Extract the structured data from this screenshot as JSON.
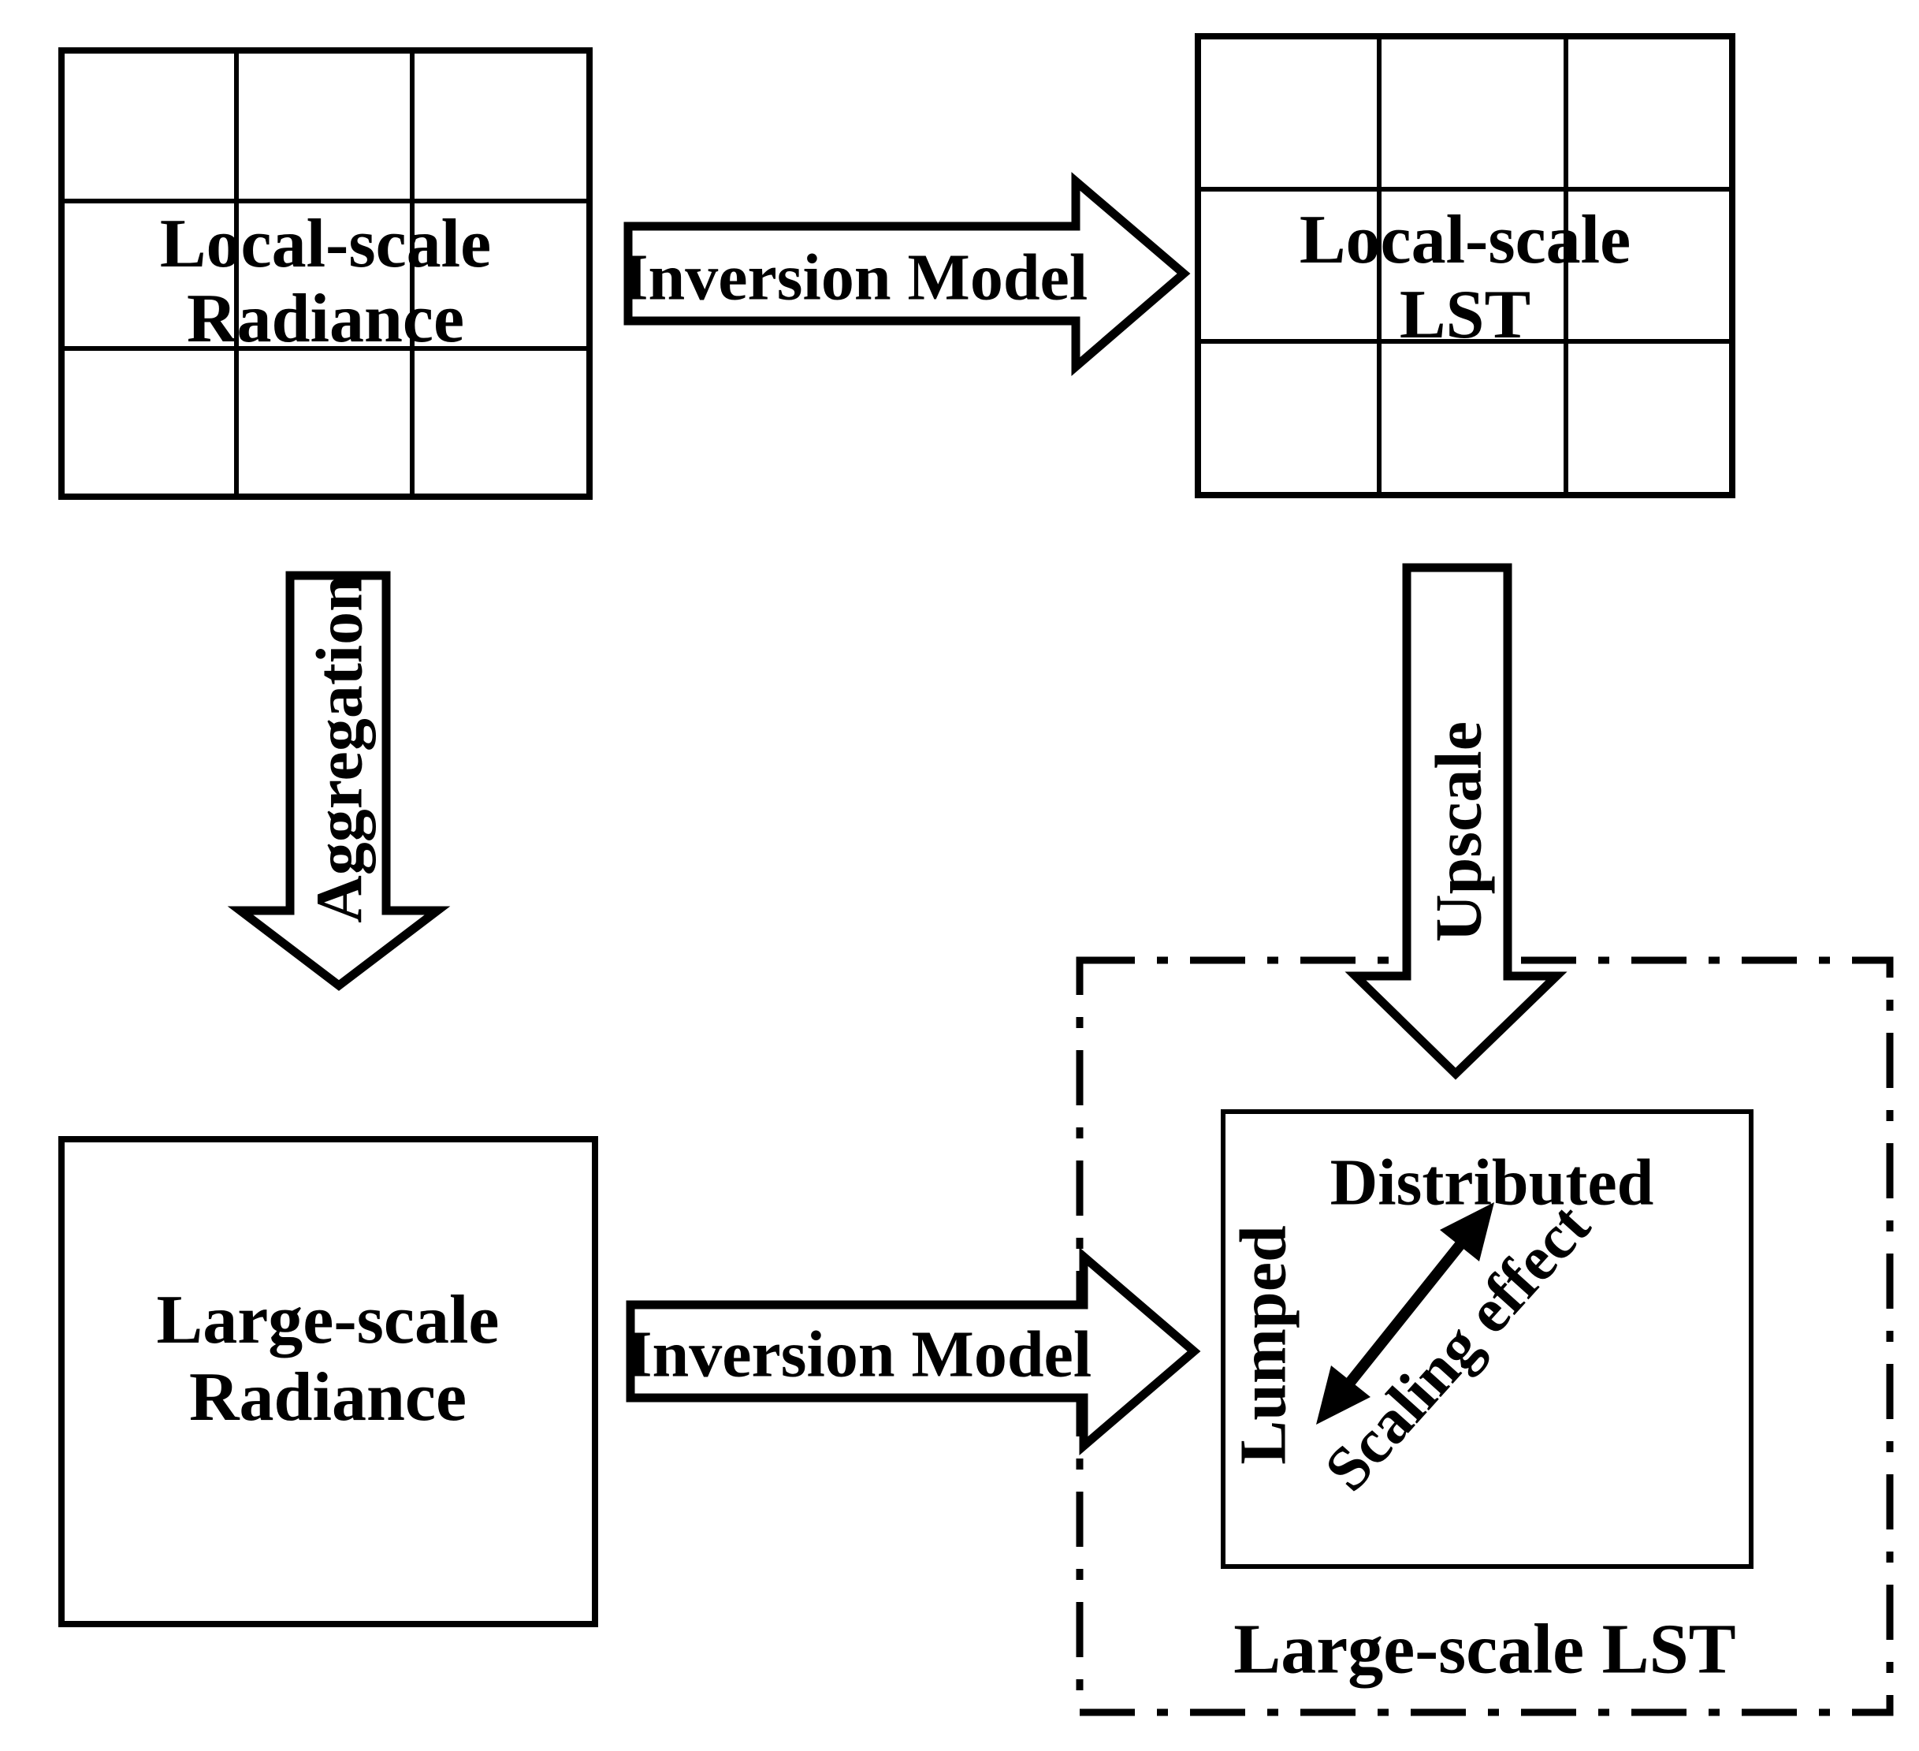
{
  "figure": {
    "type": "flow-diagram",
    "colors": {
      "ink": "#000000",
      "paper": "#ffffff"
    },
    "top_left_grid": {
      "label_line1": "Local-scale",
      "label_line2": "Radiance"
    },
    "top_right_grid": {
      "label_line1": "Local-scale",
      "label_line2": "LST"
    },
    "top_arrow": {
      "label": "Inversion Model",
      "direction": "right"
    },
    "bottom_arrow": {
      "label": "Inversion Model",
      "direction": "right"
    },
    "left_down_arrow": {
      "label": "Aggregation",
      "direction": "down"
    },
    "right_down_arrow": {
      "label": "Upscale",
      "direction": "down"
    },
    "bottom_left_box": {
      "label_line1": "Large-scale",
      "label_line2": "Radiance"
    },
    "scaling_region": {
      "distributed_label": "Distributed",
      "lumped_label": "Lumped",
      "diagonal_label": "Scaling effect",
      "region_label": "Large-scale LST"
    }
  }
}
